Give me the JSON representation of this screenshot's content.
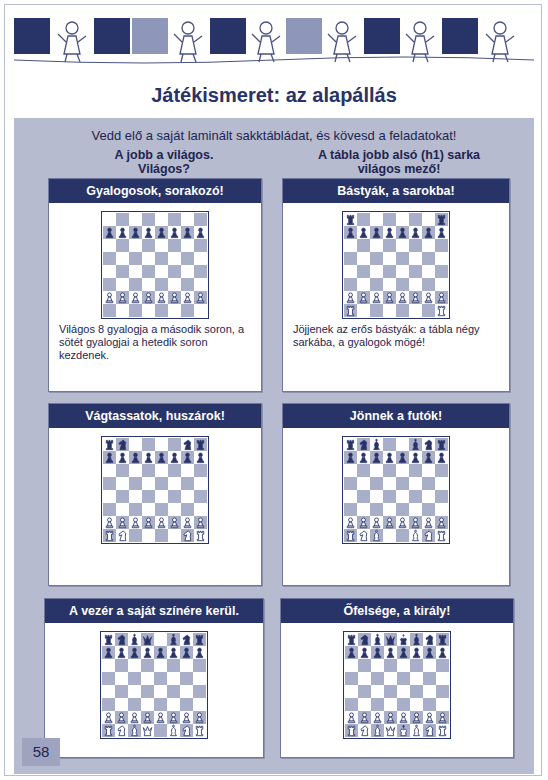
{
  "diagram": {
    "title": "Játékismeret: az alapállás",
    "nodes": [
      {
        "text": [
          "Vedd elő a saját laminált sakktábládat, és kövesd a feladatokat!",
          "A jobb a világos. Világos?",
          "A tábla jobb alsó (h1) sarka világos mező!"
        ]
      },
      {
        "text": [
          "Gyalogosok, sorakozó!",
          "Világos 8 gyalogja a második soron, a sötét gyalogjai a hetedik soron kezdenek."
        ],
        "in": 0
      },
      {
        "text": [
          "Bástyák, a sarokba!",
          "Jöjjenek az erős bástyák: a tábla négy sarkába, a gyalogok mögé!"
        ],
        "in": 0
      },
      {
        "text": [
          "Vágtassatok, huszárok!"
        ],
        "in": 0
      },
      {
        "text": [
          "Jönnek a futók!"
        ],
        "in": 0
      },
      {
        "text": [
          "A vezér a saját színére kerül."
        ],
        "in": 0
      },
      {
        "text": [
          "Őfelsége, a király!"
        ],
        "in": 0
      },
      {
        "text": [
          "58"
        ],
        "in": 0
      }
    ]
  }
}
